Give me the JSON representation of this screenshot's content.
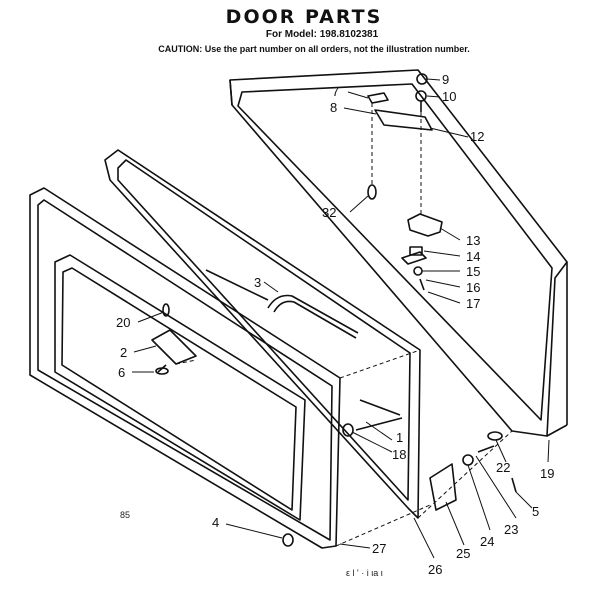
{
  "header": {
    "title": "DOOR PARTS",
    "model": "For Model: 198.8102381",
    "caution": "CAUTION: Use the part number on all orders, not the illustration number."
  },
  "callouts": [
    "1",
    "2",
    "3",
    "4",
    "5",
    "6",
    "7",
    "8",
    "9",
    "10",
    "12",
    "13",
    "14",
    "15",
    "16",
    "17",
    "18",
    "19",
    "20",
    "22",
    "23",
    "24",
    "25",
    "26",
    "27",
    "32"
  ],
  "corner_mark": "85",
  "footer_code": "ε l ' · i ιa ι"
}
